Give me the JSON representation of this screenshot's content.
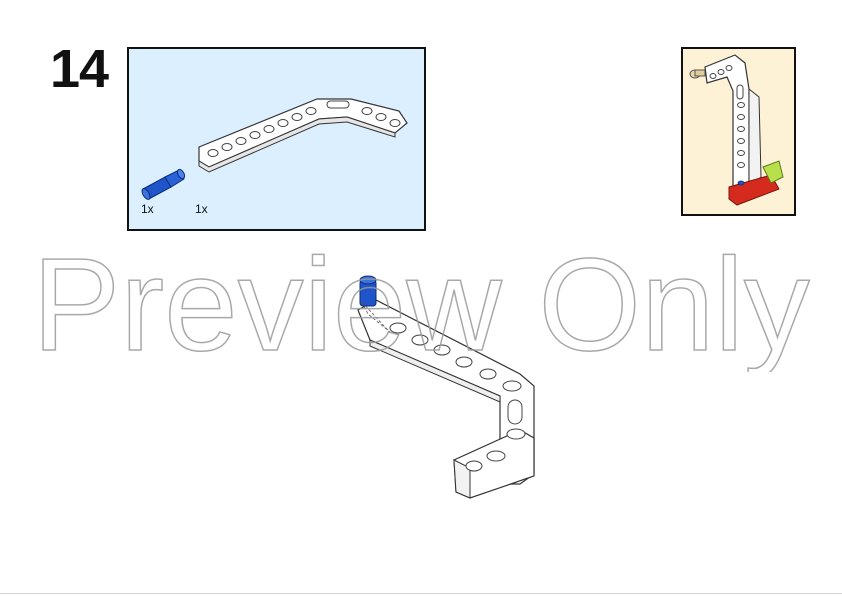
{
  "step": {
    "number": "14"
  },
  "parts_list": {
    "items": [
      {
        "icon": "blue-axle-pin",
        "quantity": "1x"
      },
      {
        "icon": "white-bent-liftarm",
        "quantity": "1x"
      }
    ],
    "background": "#dcefff"
  },
  "preview_panel": {
    "background": "#fdf2d6"
  },
  "watermark": {
    "text": "Preview Only"
  },
  "colors": {
    "part_blue": "#1f55c8",
    "part_white": "#ffffff",
    "outline": "#333333",
    "preview_red": "#d52b1e",
    "preview_lime": "#b8e04a"
  }
}
